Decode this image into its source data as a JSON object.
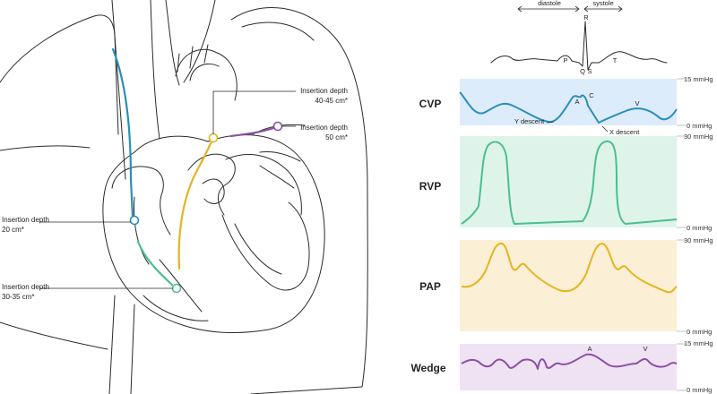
{
  "colors": {
    "cvp": "#2a8fb8",
    "cvp_bg": "#ddecfa",
    "rvp": "#4cbf90",
    "rvp_bg": "#def4ea",
    "pap": "#e5b421",
    "pap_bg": "#fbf0d6",
    "wedge": "#8c4fa5",
    "wedge_bg": "#efe2f3",
    "line": "#2a2a2a"
  },
  "catheter_labels": [
    {
      "line1": "Insertion depth",
      "line2": "40-45 cm*"
    },
    {
      "line1": "Insertion depth",
      "line2": "50 cm*"
    },
    {
      "line1": "Insertion depth",
      "line2": "20 cm*"
    },
    {
      "line1": "Insertion depth",
      "line2": "30-35 cm*"
    }
  ],
  "ecg": {
    "diastole": "diastole",
    "systole": "systole",
    "labels": {
      "P": "P",
      "Q": "Q",
      "R": "R",
      "S": "S",
      "T": "T"
    }
  },
  "panels": [
    {
      "name": "CVP",
      "top_unit": "15 mmHg",
      "bottom_unit": "0 mmHg",
      "annotations": {
        "a": "A",
        "c": "C",
        "v": "V",
        "y_descent": "Y descent",
        "x_descent": "X descent"
      }
    },
    {
      "name": "RVP",
      "top_unit": "30 mmHg",
      "bottom_unit": "0 mmHg"
    },
    {
      "name": "PAP",
      "top_unit": "30 mmHg",
      "bottom_unit": "0 mmHg"
    },
    {
      "name": "Wedge",
      "top_unit": "15 mmHg",
      "bottom_unit": "0 mmHg",
      "annotations": {
        "a": "A",
        "v": "V"
      }
    }
  ]
}
